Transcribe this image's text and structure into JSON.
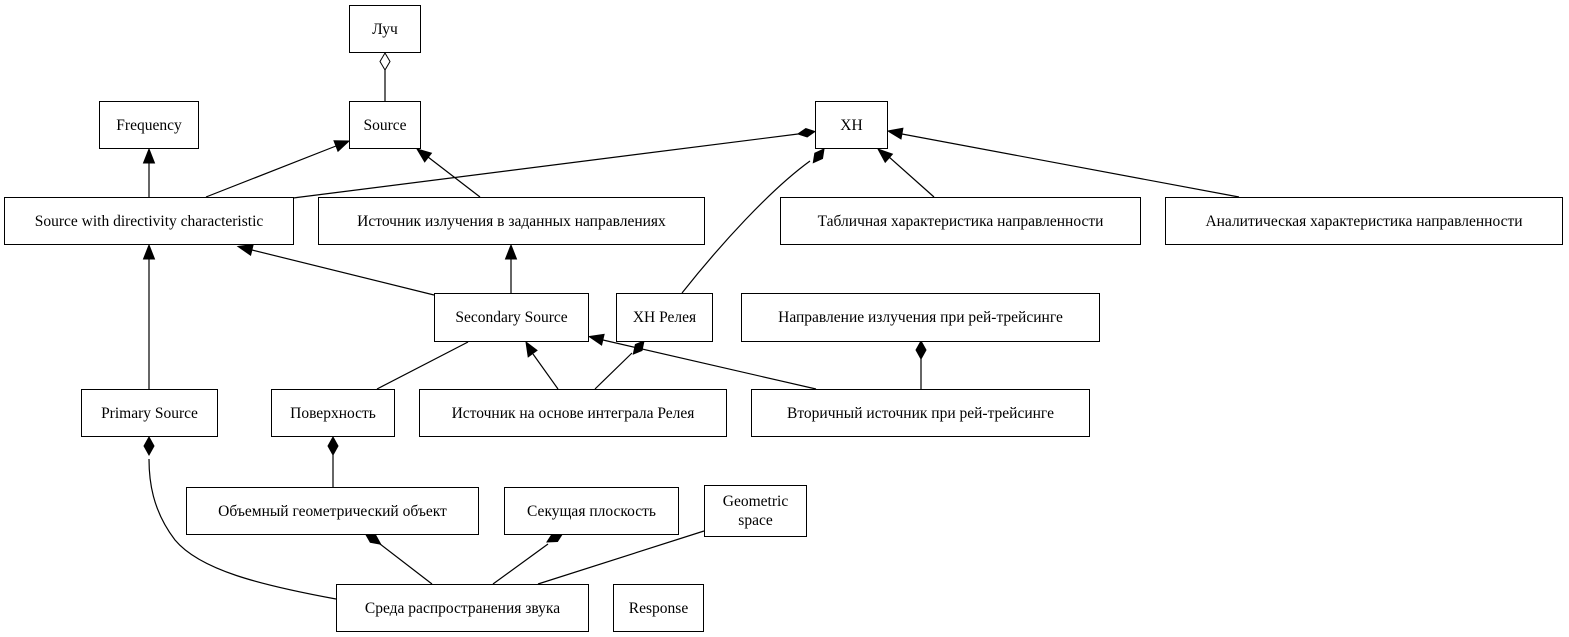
{
  "nodes": {
    "luch": "Луч",
    "frequency": "Frequency",
    "source": "Source",
    "xh": "ХН",
    "source_directivity": "Source with directivity characteristic",
    "istochnik_napravleniyah": "Источник излучения в заданных направлениях",
    "tablichnaya": "Табличная характеристика направленности",
    "analiticheskaya": "Аналитическая характеристика направленности",
    "secondary_source": "Secondary Source",
    "xh_releya": "ХН Релея",
    "napravlenie_rei": "Направление излучения при рей-трейсинге",
    "primary_source": "Primary Source",
    "poverhnost": "Поверхность",
    "istochnik_integral": "Источник на основе интеграла Релея",
    "vtorichny": "Вторичный источник при рей-трейсинге",
    "obemny": "Объемный геометрический объект",
    "sekushaya": "Секущая плоскость",
    "geometric_space": "Geometric space",
    "sreda": "Среда распространения звука",
    "response": "Response"
  },
  "edge_types": {
    "inheritance": "filled-arrow",
    "composition": "filled-diamond",
    "aggregation": "hollow-diamond"
  }
}
